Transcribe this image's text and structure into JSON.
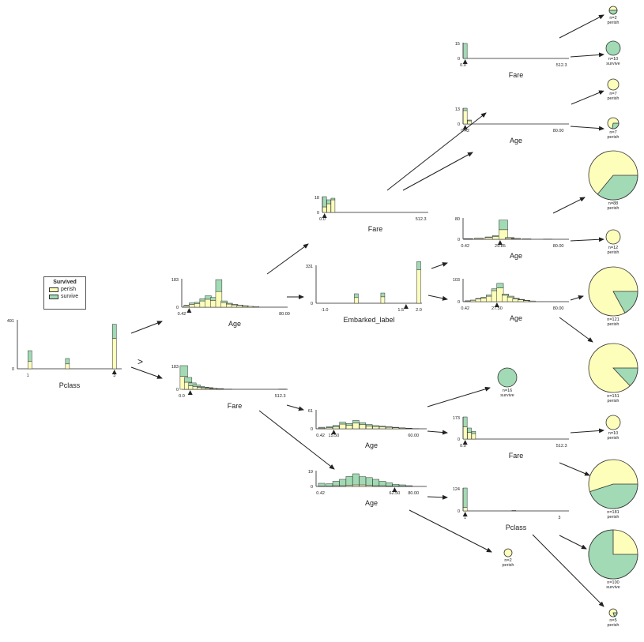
{
  "legend": {
    "title": "Survived",
    "items": [
      {
        "label": "perish",
        "color": "#fefebb"
      },
      {
        "label": "survive",
        "color": "#a1dab4"
      }
    ]
  },
  "colors": {
    "perish": "#fefebb",
    "survive": "#a1dab4",
    "edge": "#222222"
  },
  "split_marker": ">",
  "nodes": [
    {
      "id": "root",
      "feature": "Pclass",
      "ymax": "491",
      "xticks": [
        "1",
        "3"
      ],
      "split": "3",
      "bars": [
        [
          0.12,
          0.15,
          0.22
        ],
        [
          0.48,
          0.1,
          0.11
        ],
        [
          0.93,
          0.62,
          0.29
        ]
      ]
    },
    {
      "id": "age1",
      "feature": "Age",
      "ymax": "183",
      "xticks": [
        "0.42",
        "80.00"
      ],
      "bars": [
        [
          0.05,
          0.04,
          0.03
        ],
        [
          0.1,
          0.1,
          0.05
        ],
        [
          0.15,
          0.13,
          0.04
        ],
        [
          0.2,
          0.22,
          0.08
        ],
        [
          0.25,
          0.28,
          0.12
        ],
        [
          0.3,
          0.24,
          0.1
        ],
        [
          0.35,
          0.55,
          0.42
        ],
        [
          0.4,
          0.16,
          0.06
        ],
        [
          0.45,
          0.11,
          0.03
        ],
        [
          0.5,
          0.08,
          0.02
        ],
        [
          0.55,
          0.06,
          0.01
        ],
        [
          0.6,
          0.04,
          0.01
        ],
        [
          0.65,
          0.03,
          0.0
        ],
        [
          0.7,
          0.02,
          0.0
        ]
      ]
    },
    {
      "id": "fare1",
      "feature": "Fare",
      "ymax": "183",
      "xticks": [
        "0.0",
        "512.3"
      ],
      "bars": [
        [
          0.02,
          0.55,
          0.45
        ],
        [
          0.06,
          0.3,
          0.2
        ],
        [
          0.1,
          0.15,
          0.12
        ],
        [
          0.14,
          0.12,
          0.06
        ],
        [
          0.18,
          0.08,
          0.04
        ],
        [
          0.22,
          0.06,
          0.03
        ],
        [
          0.26,
          0.05,
          0.02
        ],
        [
          0.3,
          0.03,
          0.01
        ],
        [
          0.36,
          0.02,
          0.01
        ],
        [
          0.44,
          0.01,
          0.0
        ],
        [
          0.95,
          0.01,
          0.0
        ]
      ]
    },
    {
      "id": "fare2",
      "feature": "Fare",
      "ymax": "18",
      "xticks": [
        "0.0",
        "512.3"
      ],
      "bars": [
        [
          0.02,
          0.35,
          0.65
        ],
        [
          0.06,
          0.55,
          0.25
        ],
        [
          0.1,
          0.8,
          0.1
        ]
      ]
    },
    {
      "id": "emb",
      "feature": "Embarked_label",
      "ymax": "331",
      "xticks": [
        "-1.0",
        "1.5",
        "2.0"
      ],
      "bars": [
        [
          0.38,
          0.15,
          0.1
        ],
        [
          0.63,
          0.17,
          0.1
        ],
        [
          0.97,
          0.88,
          0.22
        ]
      ]
    },
    {
      "id": "age2",
      "feature": "Age",
      "ymax": "61",
      "xticks": [
        "0.42",
        "15.50",
        "60.00"
      ],
      "bars": [
        [
          0.05,
          0.04,
          0.04
        ],
        [
          0.12,
          0.06,
          0.05
        ],
        [
          0.18,
          0.1,
          0.08
        ],
        [
          0.24,
          0.25,
          0.1
        ],
        [
          0.3,
          0.18,
          0.1
        ],
        [
          0.36,
          0.3,
          0.15
        ],
        [
          0.42,
          0.22,
          0.1
        ],
        [
          0.48,
          0.15,
          0.08
        ],
        [
          0.54,
          0.12,
          0.05
        ],
        [
          0.6,
          0.1,
          0.04
        ],
        [
          0.66,
          0.08,
          0.03
        ],
        [
          0.72,
          0.06,
          0.02
        ],
        [
          0.78,
          0.04,
          0.01
        ],
        [
          0.84,
          0.02,
          0.01
        ],
        [
          0.9,
          0.01,
          0.0
        ]
      ]
    },
    {
      "id": "age3",
      "feature": "Age",
      "ymax": "19",
      "xticks": [
        "0.42",
        "62.50",
        "80.00"
      ],
      "bars": [
        [
          0.05,
          0.02,
          0.18
        ],
        [
          0.12,
          0.02,
          0.15
        ],
        [
          0.18,
          0.05,
          0.28
        ],
        [
          0.24,
          0.05,
          0.4
        ],
        [
          0.3,
          0.08,
          0.55
        ],
        [
          0.36,
          0.1,
          0.7
        ],
        [
          0.42,
          0.1,
          0.52
        ],
        [
          0.48,
          0.08,
          0.48
        ],
        [
          0.54,
          0.05,
          0.4
        ],
        [
          0.6,
          0.05,
          0.28
        ],
        [
          0.66,
          0.03,
          0.2
        ],
        [
          0.72,
          0.02,
          0.12
        ],
        [
          0.78,
          0.02,
          0.08
        ],
        [
          0.84,
          0.01,
          0.04
        ]
      ]
    },
    {
      "id": "fare3",
      "feature": "Fare",
      "ymax": "15",
      "xticks": [
        "0.0",
        "512.3"
      ],
      "bars": [
        [
          0.02,
          0.0,
          0.95
        ]
      ]
    },
    {
      "id": "age4",
      "feature": "Age",
      "ymax": "13",
      "xticks": [
        "0.42",
        "80.00"
      ],
      "bars": [
        [
          0.02,
          0.85,
          0.15
        ],
        [
          0.06,
          0.2,
          0.05
        ]
      ]
    },
    {
      "id": "age5",
      "feature": "Age",
      "ymax": "80",
      "xticks": [
        "0.42",
        "29.85",
        "80.00"
      ],
      "bars": [
        [
          0.05,
          0.02,
          0.01
        ],
        [
          0.15,
          0.04,
          0.01
        ],
        [
          0.25,
          0.08,
          0.03
        ],
        [
          0.32,
          0.12,
          0.05
        ],
        [
          0.38,
          0.45,
          0.45
        ],
        [
          0.44,
          0.06,
          0.02
        ],
        [
          0.5,
          0.03,
          0.01
        ],
        [
          0.6,
          0.02,
          0.0
        ],
        [
          0.8,
          0.01,
          0.0
        ]
      ]
    },
    {
      "id": "age6",
      "feature": "Age",
      "ymax": "103",
      "xticks": [
        "0.42",
        "27.50",
        "80.00"
      ],
      "bars": [
        [
          0.05,
          0.03,
          0.01
        ],
        [
          0.1,
          0.06,
          0.01
        ],
        [
          0.15,
          0.12,
          0.02
        ],
        [
          0.2,
          0.16,
          0.03
        ],
        [
          0.25,
          0.24,
          0.05
        ],
        [
          0.3,
          0.48,
          0.08
        ],
        [
          0.35,
          0.6,
          0.2
        ],
        [
          0.4,
          0.28,
          0.05
        ],
        [
          0.45,
          0.2,
          0.04
        ],
        [
          0.5,
          0.12,
          0.03
        ],
        [
          0.55,
          0.08,
          0.02
        ],
        [
          0.6,
          0.05,
          0.01
        ],
        [
          0.65,
          0.03,
          0.0
        ]
      ]
    },
    {
      "id": "fare4",
      "feature": "Fare",
      "ymax": "173",
      "xticks": [
        "0.0",
        "512.3"
      ],
      "bars": [
        [
          0.02,
          0.55,
          0.45
        ],
        [
          0.06,
          0.3,
          0.2
        ],
        [
          0.1,
          0.25,
          0.1
        ]
      ]
    },
    {
      "id": "pclass2",
      "feature": "Pclass",
      "ymax": "124",
      "xticks": [
        "1",
        "3"
      ],
      "bars": [
        [
          0.02,
          0.15,
          0.85
        ],
        [
          0.48,
          0.02,
          0.0
        ]
      ]
    }
  ],
  "leaves": [
    {
      "id": "l1",
      "n": "n=2",
      "label": "perish",
      "survive_frac": 0.5
    },
    {
      "id": "l2",
      "n": "n=10",
      "label": "survive",
      "survive_frac": 1.0
    },
    {
      "id": "l3",
      "n": "n=7",
      "label": "perish",
      "survive_frac": 0.0
    },
    {
      "id": "l4",
      "n": "n=7",
      "label": "perish",
      "survive_frac": 0.28
    },
    {
      "id": "l5",
      "n": "n=88",
      "label": "perish",
      "survive_frac": 0.36
    },
    {
      "id": "l6",
      "n": "n=12",
      "label": "perish",
      "survive_frac": 0.0
    },
    {
      "id": "l7",
      "n": "n=121",
      "label": "perish",
      "survive_frac": 0.17
    },
    {
      "id": "l8",
      "n": "n=151",
      "label": "perish",
      "survive_frac": 0.13
    },
    {
      "id": "l9",
      "n": "n=16",
      "label": "survive",
      "survive_frac": 1.0
    },
    {
      "id": "l10",
      "n": "n=10",
      "label": "perish",
      "survive_frac": 0.0
    },
    {
      "id": "l11",
      "n": "n=181",
      "label": "perish",
      "survive_frac": 0.45
    },
    {
      "id": "l12",
      "n": "n=100",
      "label": "survive",
      "survive_frac": 0.75
    },
    {
      "id": "l13",
      "n": "n=2",
      "label": "perish",
      "survive_frac": 0.0
    },
    {
      "id": "l14",
      "n": "n=5",
      "label": "perish",
      "survive_frac": 0.2
    }
  ]
}
